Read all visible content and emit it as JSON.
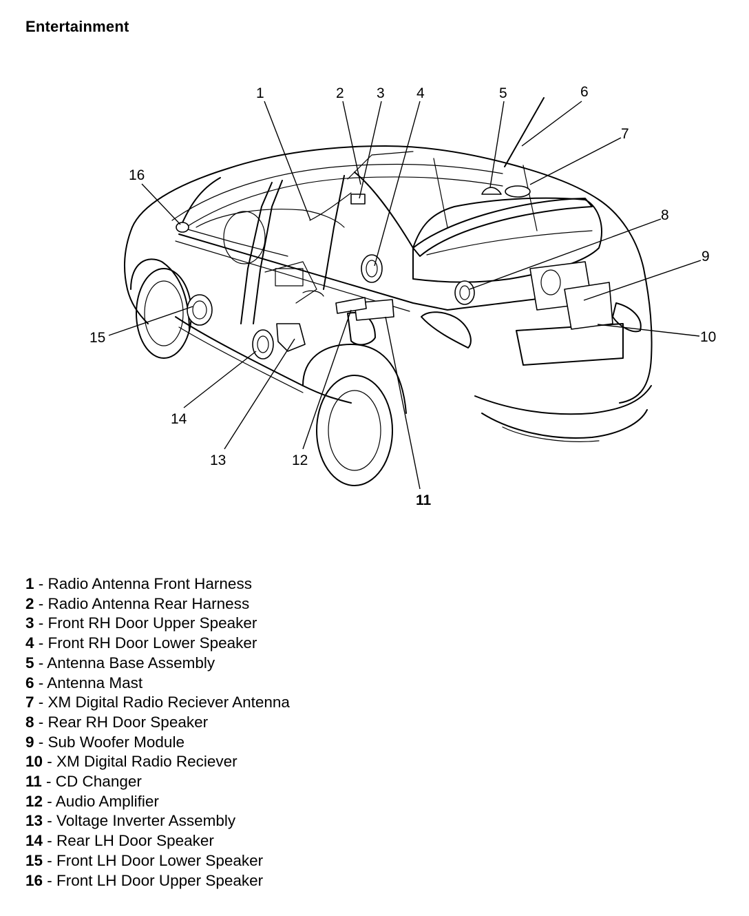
{
  "title": "Entertainment",
  "callouts": [
    {
      "id": "1",
      "label": "1",
      "bold": false
    },
    {
      "id": "2",
      "label": "2",
      "bold": false
    },
    {
      "id": "3",
      "label": "3",
      "bold": false
    },
    {
      "id": "4",
      "label": "4",
      "bold": false
    },
    {
      "id": "5",
      "label": "5",
      "bold": false
    },
    {
      "id": "6",
      "label": "6",
      "bold": false
    },
    {
      "id": "7",
      "label": "7",
      "bold": false
    },
    {
      "id": "8",
      "label": "8",
      "bold": false
    },
    {
      "id": "9",
      "label": "9",
      "bold": false
    },
    {
      "id": "10",
      "label": "10",
      "bold": false
    },
    {
      "id": "11",
      "label": "11",
      "bold": true
    },
    {
      "id": "12",
      "label": "12",
      "bold": false
    },
    {
      "id": "13",
      "label": "13",
      "bold": false
    },
    {
      "id": "14",
      "label": "14",
      "bold": false
    },
    {
      "id": "15",
      "label": "15",
      "bold": false
    },
    {
      "id": "16",
      "label": "16",
      "bold": false
    }
  ],
  "legend": [
    {
      "number": "1",
      "separator": " - ",
      "text": "Radio Antenna Front Harness"
    },
    {
      "number": "2",
      "separator": " - ",
      "text": "Radio Antenna Rear Harness"
    },
    {
      "number": "3",
      "separator": " - ",
      "text": "Front RH Door Upper Speaker"
    },
    {
      "number": "4",
      "separator": " - ",
      "text": "Front RH Door Lower Speaker"
    },
    {
      "number": "5",
      "separator": " - ",
      "text": "Antenna Base Assembly"
    },
    {
      "number": "6",
      "separator": " - ",
      "text": "Antenna Mast"
    },
    {
      "number": "7",
      "separator": " - ",
      "text": "XM Digital Radio Reciever Antenna"
    },
    {
      "number": "8",
      "separator": " - ",
      "text": "Rear RH Door Speaker"
    },
    {
      "number": "9",
      "separator": " - ",
      "text": "Sub Woofer Module"
    },
    {
      "number": "10",
      "separator": " - ",
      "text": "XM Digital Radio Reciever"
    },
    {
      "number": "11",
      "separator": " - ",
      "text": "CD Changer"
    },
    {
      "number": "12",
      "separator": " - ",
      "text": "Audio Amplifier"
    },
    {
      "number": "13",
      "separator": " - ",
      "text": "Voltage Inverter Assembly"
    },
    {
      "number": "14",
      "separator": " - ",
      "text": "Rear LH Door Speaker"
    },
    {
      "number": "15",
      "separator": " - ",
      "text": "Front LH Door Lower Speaker"
    },
    {
      "number": "16",
      "separator": " - ",
      "text": "Front LH Door Upper Speaker"
    }
  ]
}
